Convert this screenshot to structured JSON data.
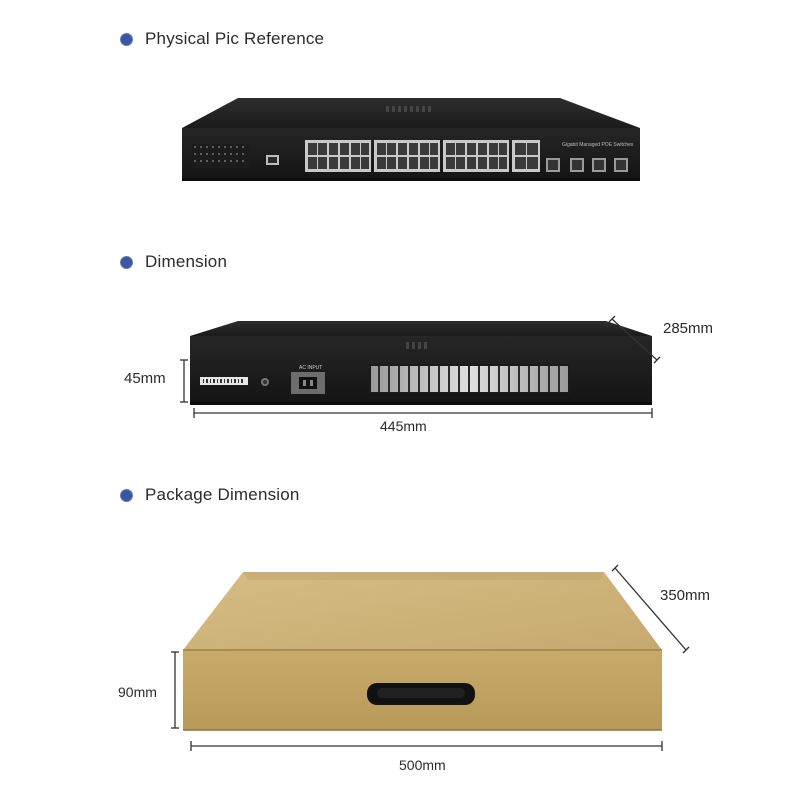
{
  "accent_color": "#3a56a5",
  "sections": {
    "physical": {
      "title": "Physical Pic Reference"
    },
    "dimension": {
      "title": "Dimension"
    },
    "package": {
      "title": "Package Dimension"
    }
  },
  "device": {
    "front_label": "Gigabit Managed POE Switches",
    "rear_label": "AC INPUT",
    "dimensions": {
      "depth": "285mm",
      "height": "45mm",
      "width": "445mm"
    }
  },
  "box": {
    "dimensions": {
      "depth": "350mm",
      "height": "90mm",
      "width": "500mm"
    }
  }
}
